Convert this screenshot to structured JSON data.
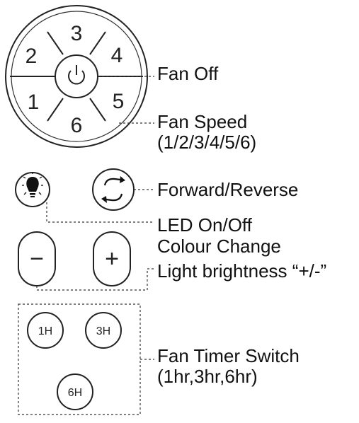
{
  "remote": {
    "speed_buttons": [
      "1",
      "2",
      "3",
      "4",
      "5",
      "6"
    ],
    "power_icon": "power-icon",
    "bulb_icon": "light-bulb-icon",
    "reverse_icon": "reverse-arrows-icon",
    "minus_symbol": "−",
    "plus_symbol": "+",
    "timer_buttons": [
      "1H",
      "3H",
      "6H"
    ]
  },
  "labels": {
    "fan_off": "Fan Off",
    "fan_speed": "Fan Speed",
    "fan_speed_values": "(1/2/3/4/5/6)",
    "forward_reverse": "Forward/Reverse",
    "led_on_off": "LED On/Off",
    "colour_change": "Colour Change",
    "light_brightness": "Light brightness “+/-”",
    "fan_timer_switch": "Fan Timer Switch",
    "fan_timer_values": "(1hr,3hr,6hr)"
  }
}
